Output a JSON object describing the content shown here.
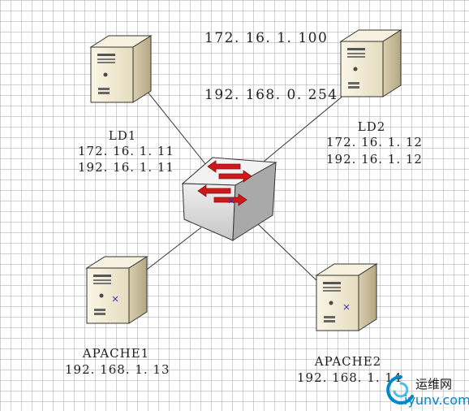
{
  "labels": {
    "vip_public": "172. 16. 1. 100",
    "vip_private": "192. 168. 0. 254",
    "ld1": {
      "name": "LD1",
      "ip1": "172. 16. 1. 11",
      "ip2": "192. 16. 1. 11"
    },
    "ld2": {
      "name": "LD2",
      "ip1": "172. 16. 1. 12",
      "ip2": "192. 16. 1. 12"
    },
    "apache1": {
      "name": "APACHE1",
      "ip": "192. 168. 1. 13"
    },
    "apache2": {
      "name": "APACHE2",
      "ip": "192. 168. 1. 14"
    }
  },
  "watermark": {
    "cn": "运维网",
    "en": "iyunv.com"
  },
  "icons": {
    "server": "server-tower-icon",
    "switch": "network-switch-icon",
    "logo": "iyunv-logo-icon"
  },
  "colors": {
    "arrow": "#cc1a1a",
    "server_fill": "#efe7cf",
    "link": "#333333",
    "accent": "#0088c8"
  }
}
